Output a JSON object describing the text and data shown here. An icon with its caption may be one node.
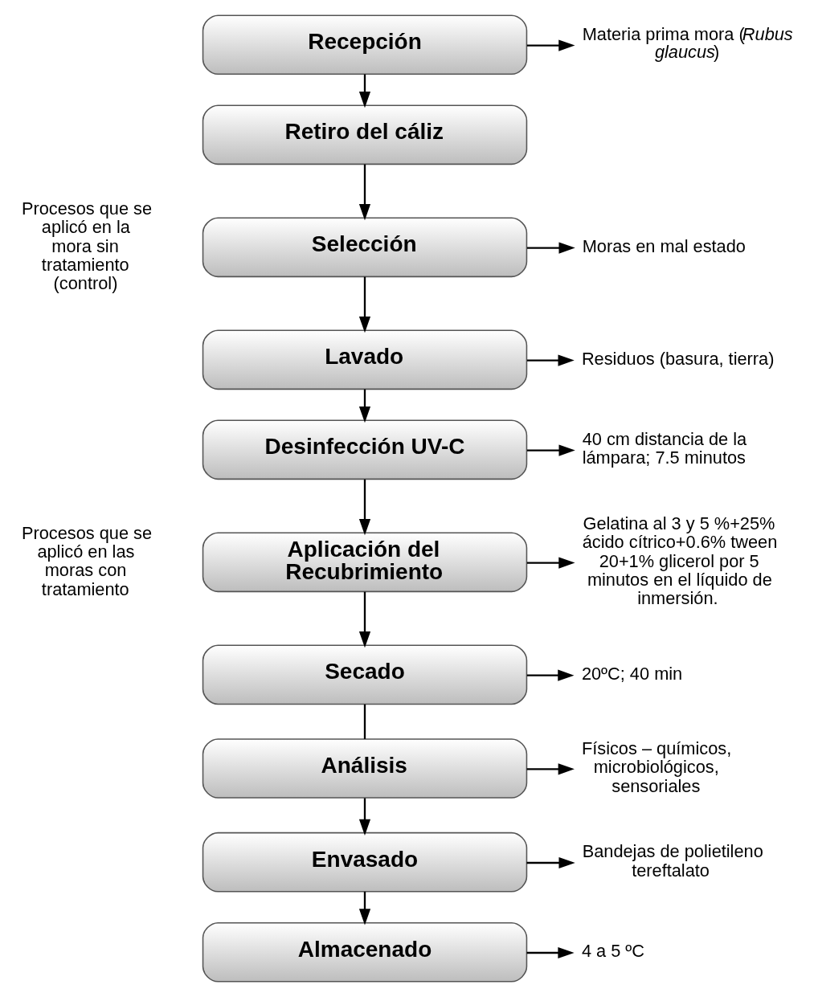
{
  "diagram": {
    "nodes": [
      {
        "text": [
          "Recepción"
        ]
      },
      {
        "text": [
          "Retiro del cáliz"
        ]
      },
      {
        "text": [
          "Selección"
        ]
      },
      {
        "text": [
          "Lavado"
        ]
      },
      {
        "text": [
          "Desinfección UV-C"
        ]
      },
      {
        "text": [
          "Aplicación del Recubrimiento"
        ]
      },
      {
        "text": [
          "Secado"
        ]
      },
      {
        "text": [
          "Análisis"
        ]
      },
      {
        "text": [
          "Envasado"
        ]
      },
      {
        "text": [
          "Almacenado"
        ]
      },
      {
        "text": [
          "Materia prima mora (*Rubus glaucus*)"
        ]
      },
      {
        "text": [
          "Moras en mal estado"
        ]
      },
      {
        "text": [
          "Residuos (basura, tierra)"
        ]
      },
      {
        "text": [
          "40 cm distancia de la lámpara; 7.5 minutos"
        ]
      },
      {
        "text": [
          "Gelatina al 3 y 5 %+25% ácido cítrico+0.6% tween 20+1% glicerol por 5 minutos en el líquido de inmersión."
        ]
      },
      {
        "text": [
          "20ºC; 40 min"
        ]
      },
      {
        "text": [
          "Físicos – químicos, microbiológicos, sensoriales"
        ]
      },
      {
        "text": [
          "Bandejas de polietileno tereftalato"
        ]
      },
      {
        "text": [
          "4 a 5 ºC"
        ]
      }
    ],
    "edges": [
      {
        "from": 0,
        "to": 1,
        "arrow": "to"
      },
      {
        "from": 1,
        "to": 2,
        "arrow": "to"
      },
      {
        "from": 2,
        "to": 3,
        "arrow": "to"
      },
      {
        "from": 3,
        "to": 4,
        "arrow": "to"
      },
      {
        "from": 4,
        "to": 5,
        "arrow": "to"
      },
      {
        "from": 5,
        "to": 6,
        "arrow": "to"
      },
      {
        "from": 6,
        "to": 7,
        "arrow": "none"
      },
      {
        "from": 7,
        "to": 8,
        "arrow": "to"
      },
      {
        "from": 8,
        "to": 9,
        "arrow": "to"
      },
      {
        "from": 0,
        "to": 10,
        "arrow": "to"
      },
      {
        "from": 2,
        "to": 11,
        "arrow": "to"
      },
      {
        "from": 3,
        "to": 12,
        "arrow": "to"
      },
      {
        "from": 4,
        "to": 13,
        "arrow": "to"
      },
      {
        "from": 5,
        "to": 14,
        "arrow": "to"
      },
      {
        "from": 6,
        "to": 15,
        "arrow": "to"
      },
      {
        "from": 7,
        "to": 16,
        "arrow": "to"
      },
      {
        "from": 8,
        "to": 17,
        "arrow": "to"
      },
      {
        "from": 9,
        "to": 18,
        "arrow": "to"
      }
    ],
    "labels": [
      "Procesos que se aplicó en la mora sin tratamiento (control)",
      "Procesos que se aplicó en las moras con tratamiento"
    ]
  }
}
